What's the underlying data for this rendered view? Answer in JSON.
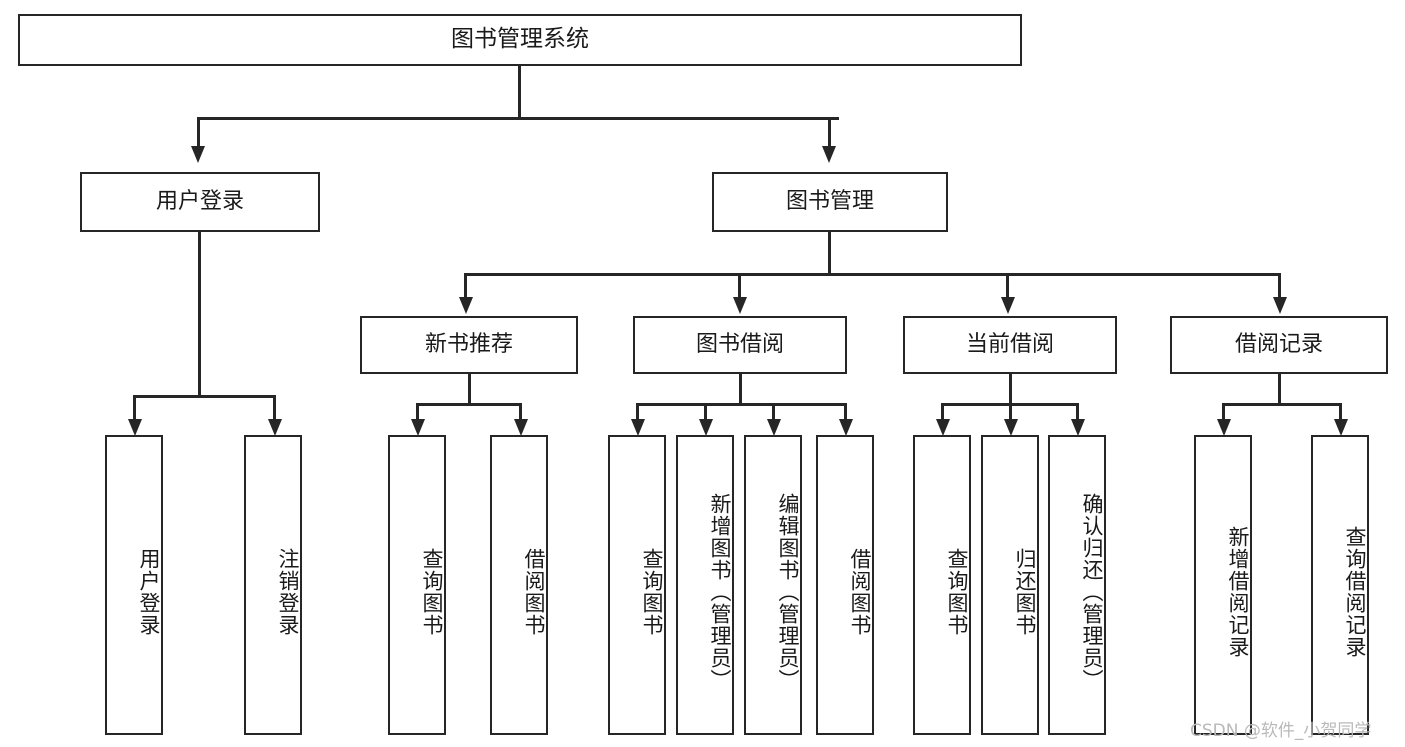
{
  "diagram": {
    "type": "tree-hierarchy",
    "title": "图书管理系统",
    "root": {
      "label": "图书管理系统",
      "children": [
        {
          "label": "用户登录",
          "children": [
            {
              "label": "用户登录"
            },
            {
              "label": "注销登录"
            }
          ]
        },
        {
          "label": "图书管理",
          "children": [
            {
              "label": "新书推荐",
              "children": [
                {
                  "label": "查询图书"
                },
                {
                  "label": "借阅图书"
                }
              ]
            },
            {
              "label": "图书借阅",
              "children": [
                {
                  "label": "查询图书"
                },
                {
                  "label": "新增图书（管理员）"
                },
                {
                  "label": "编辑图书（管理员）"
                },
                {
                  "label": "借阅图书"
                }
              ]
            },
            {
              "label": "当前借阅",
              "children": [
                {
                  "label": "查询图书"
                },
                {
                  "label": "归还图书"
                },
                {
                  "label": "确认归还（管理员）"
                }
              ]
            },
            {
              "label": "借阅记录",
              "children": [
                {
                  "label": "新增借阅记录"
                },
                {
                  "label": "查询借阅记录"
                }
              ]
            }
          ]
        }
      ]
    },
    "nodes": {
      "root": "图书管理系统",
      "l1_user_login": "用户登录",
      "l1_book_mgmt": "图书管理",
      "l2_new_book_rec": "新书推荐",
      "l2_book_borrow": "图书借阅",
      "l2_current_borrow": "当前借阅",
      "l2_borrow_record": "借阅记录",
      "leaf_user_login": "用户登录",
      "leaf_logout": "注销登录",
      "leaf_query_book_a": "查询图书",
      "leaf_borrow_book_a": "借阅图书",
      "leaf_query_book_b": "查询图书",
      "leaf_add_book_admin": "新增图书（管理员）",
      "leaf_edit_book_admin": "编辑图书（管理员）",
      "leaf_borrow_book_b": "借阅图书",
      "leaf_query_book_c": "查询图书",
      "leaf_return_book": "归还图书",
      "leaf_confirm_return_admin": "确认归还（管理员）",
      "leaf_add_record": "新增借阅记录",
      "leaf_query_record": "查询借阅记录"
    },
    "colors": {
      "stroke": "#262626",
      "fill": "#ffffff",
      "text": "#1a1a1a",
      "watermark": "#b9b9b9"
    }
  },
  "watermark": {
    "text": "CSDN @软件_小贺同学"
  }
}
